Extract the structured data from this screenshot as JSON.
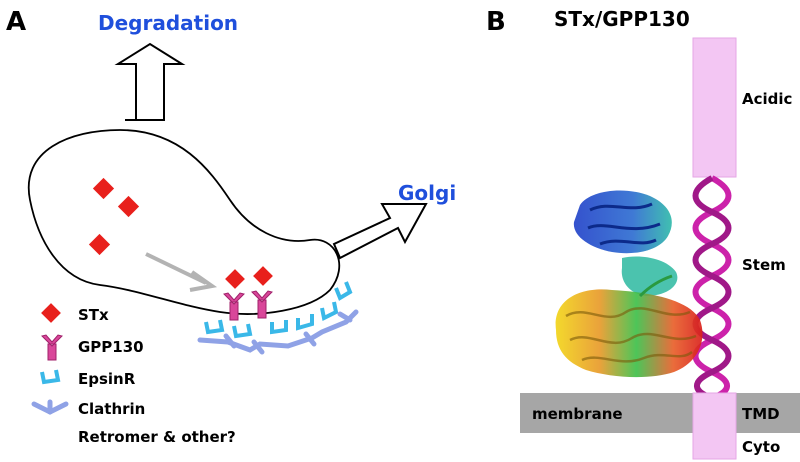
{
  "panel_a": {
    "label": "A",
    "degradation": "Degradation",
    "golgi": "Golgi",
    "legend": {
      "stx": "STx",
      "gpp130": "GPP130",
      "epsinr": "EpsinR",
      "clathrin": "Clathrin",
      "retromer": "Retromer & other?"
    }
  },
  "panel_b": {
    "label": "B",
    "title": "STx/GPP130",
    "acidic": "Acidic",
    "stem": "Stem",
    "membrane": "membrane",
    "tmd": "TMD",
    "cyto": "Cyto"
  },
  "colors": {
    "stx": "#e8201c",
    "gpp130": "#d9479a",
    "epsinr": "#3ab8e8",
    "clathrin": "#8fa2e6",
    "blue_text": "#1f4fdc",
    "pink": "#f3c6f3",
    "helix": "#cc22aa",
    "membrane": "#a6a6a6"
  }
}
